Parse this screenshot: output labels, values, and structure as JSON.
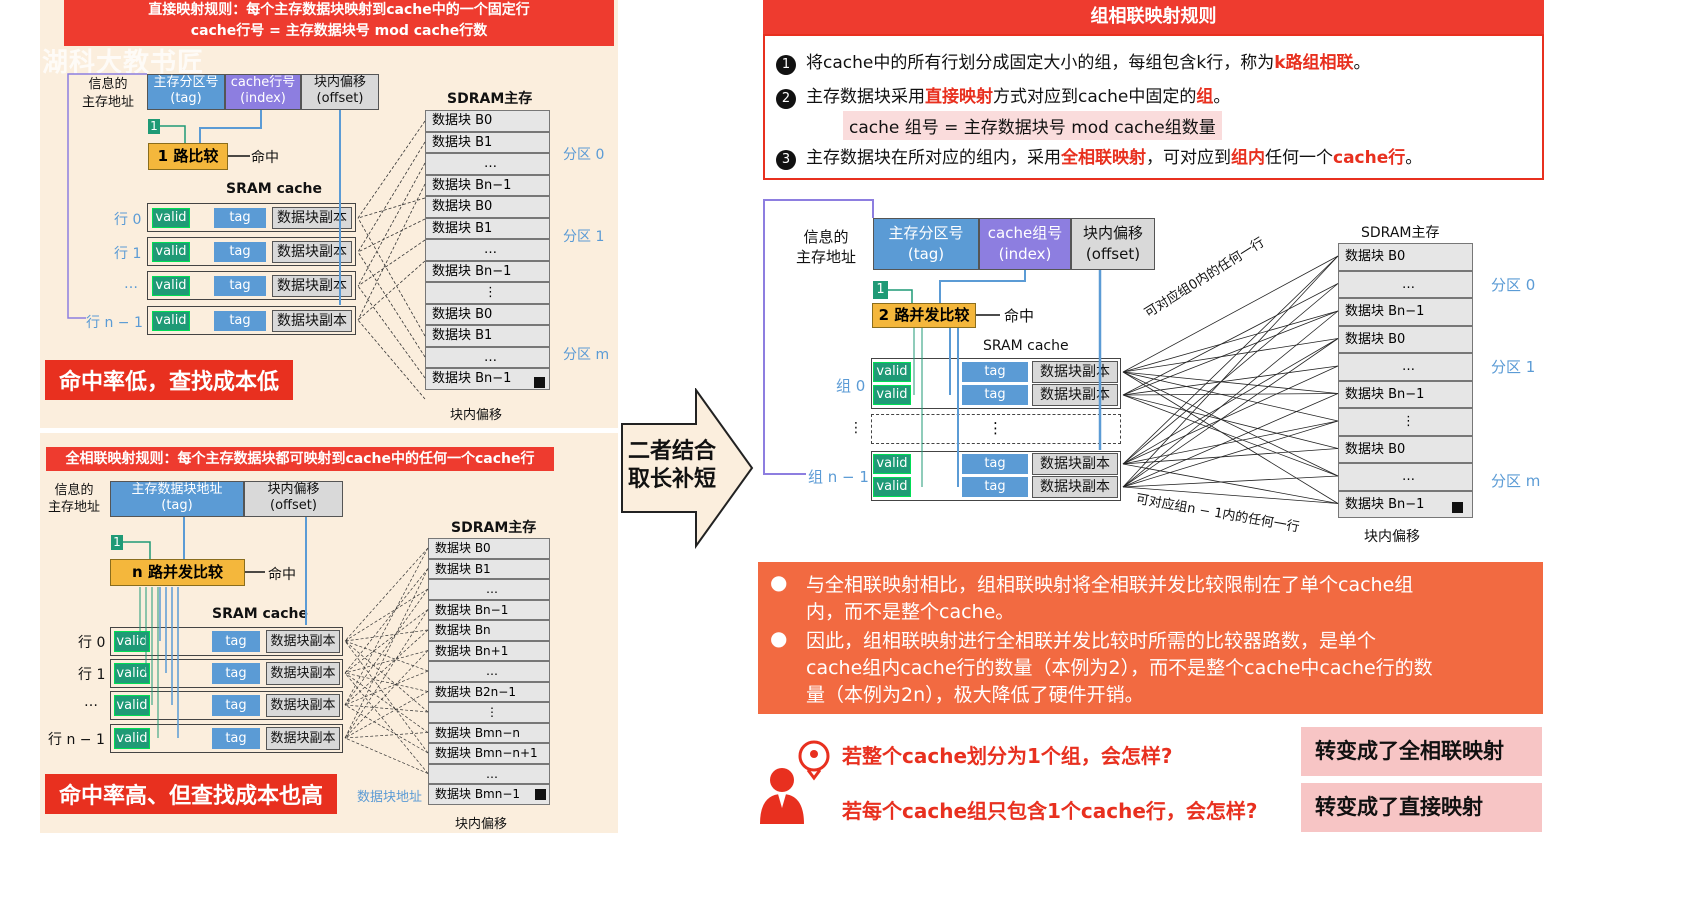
{
  "direct": {
    "title1": "直接映射规则：每个主存数据块映射到cache中的一个固定行",
    "title2": "cache行号 = 主存数据块号 mod cache行数",
    "watermark": "湖科大教书匠",
    "addr_label": "信息的\n主存地址",
    "tag_field": "主存分区号\n(tag)",
    "index_field": "cache行号\n(index)",
    "offset_field": "块内偏移\n(offset)",
    "compare_num": "1",
    "compare": "1 路比较",
    "hit": "命中",
    "sram": "SRAM  cache",
    "rows": [
      "行 0",
      "行 1",
      "…",
      "行 n − 1"
    ],
    "valid": "valid",
    "tag": "tag",
    "copy": "数据块副本",
    "sdram": "SDRAM主存",
    "partitions": [
      "分区 0",
      "分区 1",
      "分区 m"
    ],
    "blocks": [
      "数据块 B0",
      "数据块 B1",
      "…",
      "数据块 Bn−1",
      "数据块 B0",
      "数据块 B1",
      "…",
      "数据块 Bn−1",
      "⋮",
      "数据块 B0",
      "数据块 B1",
      "…",
      "数据块 Bn−1"
    ],
    "offset_bottom": "块内偏移",
    "verdict": "命中率低，查找成本低"
  },
  "full": {
    "title": "全相联映射规则：每个主存数据块都可映射到cache中的任何一个cache行",
    "addr_label": "信息的\n主存地址",
    "tag_field": "主存数据块地址\n(tag)",
    "offset_field": "块内偏移\n(offset)",
    "compare_num": "1",
    "compare": "n 路并发比较",
    "hit": "命中",
    "sram": "SRAM  cache",
    "rows": [
      "行 0",
      "行 1",
      "…",
      "行 n − 1"
    ],
    "valid": "valid",
    "tag": "tag",
    "copy": "数据块副本",
    "sdram": "SDRAM主存",
    "blocks": [
      "数据块 B0",
      "数据块 B1",
      "…",
      "数据块 Bn−1",
      "数据块 Bn",
      "数据块 Bn+1",
      "…",
      "数据块 B2n−1",
      "⋮",
      "数据块 Bmn−n",
      "数据块 Bmn−n+1",
      "…",
      "数据块 Bmn−1"
    ],
    "block_addr": "数据块地址",
    "offset_bottom": "块内偏移",
    "verdict": "命中率高、但查找成本也高"
  },
  "arrow_text": "二者结合\n取长补短",
  "set": {
    "title": "组相联映射规则",
    "rule1_a": "将cache中的所有行划分成固定大小的组，每组包含k行，称为",
    "rule1_b": "k路组相联",
    "rule1_c": "。",
    "rule2_a": "主存数据块采用",
    "rule2_b": "直接映射",
    "rule2_c": "方式对应到cache中固定的",
    "rule2_d": "组",
    "rule2_e": "。",
    "formula": "cache 组号 = 主存数据块号 mod cache组数量",
    "rule3_a": "主存数据块在所对应的组内，采用",
    "rule3_b": "全相联映射",
    "rule3_c": "，可对应到",
    "rule3_d": "组内",
    "rule3_e": "任何一个",
    "rule3_f": "cache行",
    "rule3_g": "。",
    "nums": [
      "1",
      "2",
      "3"
    ],
    "addr_label": "信息的\n主存地址",
    "tag_field": "主存分区号\n(tag)",
    "index_field": "cache组号\n(index)",
    "offset_field": "块内偏移\n(offset)",
    "compare_num": "1",
    "compare": "2 路并发比较",
    "hit": "命中",
    "sram": "SRAM cache",
    "groups": [
      "组 0",
      "⋮",
      "组 n − 1"
    ],
    "valid": "valid",
    "tag": "tag",
    "copy": "数据块副本",
    "dots": "⋮",
    "sdram": "SDRAM主存",
    "partitions": [
      "分区 0",
      "分区 1",
      "分区 m"
    ],
    "blocks": [
      "数据块 B0",
      "…",
      "数据块 Bn−1",
      "数据块 B0",
      "…",
      "数据块 Bn−1",
      "⋮",
      "数据块 B0",
      "…",
      "数据块 Bn−1"
    ],
    "offset_bottom": "块内偏移",
    "note_top": "可对应组0内的任何一行",
    "note_bottom": "可对应组n − 1内的任何一行"
  },
  "bullets": [
    "与全相联映射相比，组相联映射将全相联并发比较限制在了单个cache组",
    "内，而不是整个cache。",
    "因此，组相联映射进行全相联并发比较时所需的比较器路数，是单个",
    "cache组内cache行的数量（本例为2），而不是整个cache中cache行的数",
    "量（本例为2n），极大降低了硬件开销。"
  ],
  "qa": [
    {
      "q": "若整个cache划分为1个组，会怎样?",
      "a": "转变成了全相联映射"
    },
    {
      "q": "若每个cache组只包含1个cache行，会怎样?",
      "a": "转变成了直接映射"
    }
  ],
  "colors": {
    "red": "#e8301f",
    "orange": "#f26a41",
    "blue": "#5b9bd5",
    "purple": "#8d7ee0",
    "green": "#1f9a76",
    "yellow": "#f4b73c",
    "cream": "#fbeedd"
  }
}
